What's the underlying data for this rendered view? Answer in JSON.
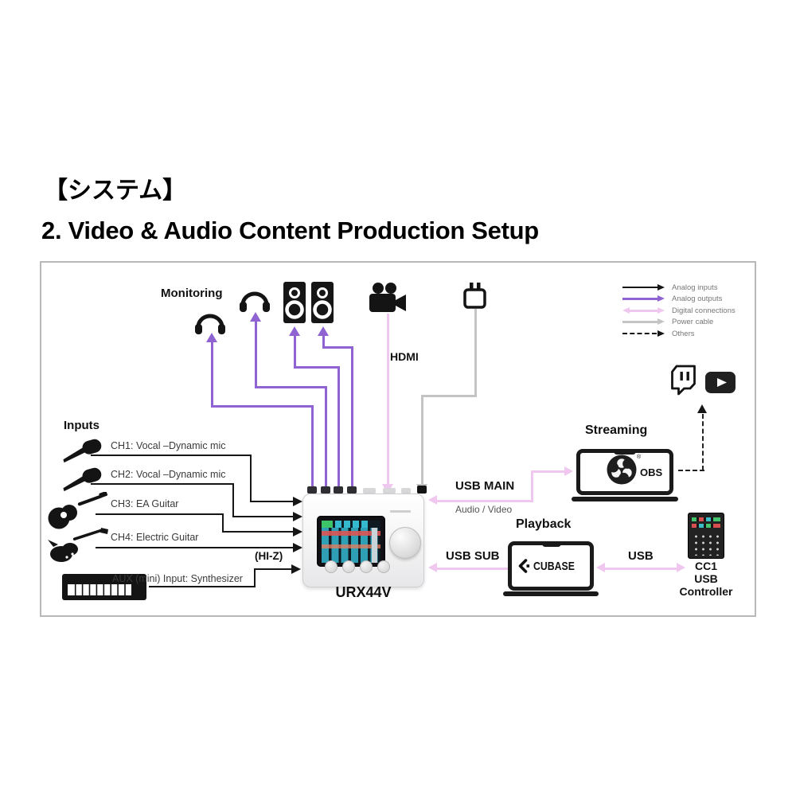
{
  "page": {
    "title_jp": "【システム】",
    "title_en": "2. Video & Audio Content Production Setup"
  },
  "palette": {
    "analog_inputs": "#161616",
    "analog_outputs": "#8f63d2",
    "digital_connections": "#efc7ef",
    "power_cable": "#c4c4c4",
    "others": "#161616"
  },
  "legend": {
    "items": [
      {
        "label": "Analog inputs"
      },
      {
        "label": "Analog outputs"
      },
      {
        "label": "Digital connections"
      },
      {
        "label": "Power cable"
      },
      {
        "label": "Others"
      }
    ]
  },
  "monitoring": {
    "label": "Monitoring"
  },
  "video": {
    "hdmi_label": "HDMI"
  },
  "inputs": {
    "label": "Inputs",
    "hiz": "(HI-Z)",
    "channels": [
      {
        "label": "CH1: Vocal –Dynamic mic"
      },
      {
        "label": "CH2: Vocal –Dynamic mic"
      },
      {
        "label": "CH3: EA Guitar"
      },
      {
        "label": "CH4: Electric Guitar"
      },
      {
        "label": "AUX (mini) Input: Synthesizer"
      }
    ]
  },
  "device": {
    "label": "URX44V"
  },
  "connections": {
    "usb_main": "USB MAIN",
    "usb_main_sub": "Audio / Video",
    "usb_sub": "USB SUB",
    "usb": "USB"
  },
  "streaming": {
    "label": "Streaming",
    "app": "OBS",
    "trademark": "®"
  },
  "playback": {
    "label": "Playback",
    "app": "CUBASE"
  },
  "controller": {
    "line1": "CC1",
    "line2": "USB",
    "line3": "Controller"
  }
}
